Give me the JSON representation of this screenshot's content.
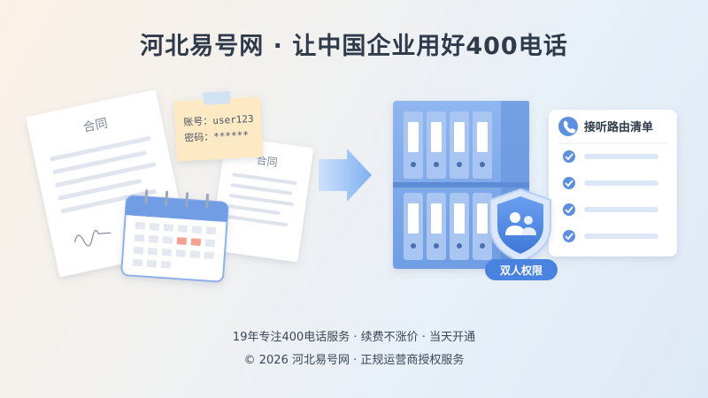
{
  "title": "河北易号网 · 让中国企业用好400电话",
  "illustration": {
    "contract_front_title": "合同",
    "contract_back_title": "合同",
    "sticky_note": {
      "line1": "账号：user123",
      "line2": "密码：******"
    },
    "routing_panel_title": "接听路由清单",
    "permission_badge": "双人权限"
  },
  "footer": {
    "line1": "19年专注400电话服务 · 续费不涨价 · 当天开通",
    "line2": "© 2026 河北易号网 · 正规运营商授权服务"
  },
  "colors": {
    "title": "#2f3a4a",
    "accent_blue": "#5b8fe0",
    "calendar_highlight": "#f3a38f"
  },
  "icons": [
    "calendar-icon",
    "arrow-right-icon",
    "binder-cabinet-icon",
    "shield-users-icon",
    "phone-icon",
    "check-icon"
  ]
}
